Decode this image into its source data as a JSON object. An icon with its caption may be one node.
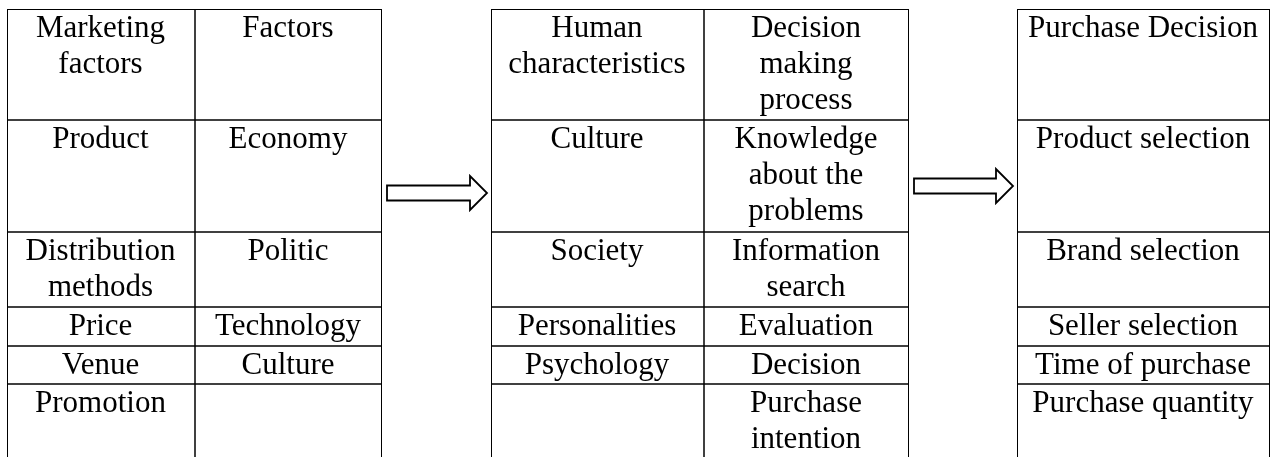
{
  "diagram": {
    "nodes": [
      {
        "text": [],
        "shape": "box"
      },
      {
        "text": [
          "Marketing factors"
        ],
        "in": 0
      },
      {
        "text": [
          "Factors"
        ],
        "in": 0
      },
      {
        "text": [
          "Product"
        ],
        "in": 0
      },
      {
        "text": [
          "Economy"
        ],
        "in": 0
      },
      {
        "text": [
          "Distribution methods"
        ],
        "in": 0
      },
      {
        "text": [
          "Politic"
        ],
        "in": 0
      },
      {
        "text": [
          "Price"
        ],
        "in": 0
      },
      {
        "text": [
          "Technology"
        ],
        "in": 0
      },
      {
        "text": [
          "Venue"
        ],
        "in": 0
      },
      {
        "text": [
          "Culture"
        ],
        "in": 0
      },
      {
        "text": [
          "Promotion"
        ],
        "in": 0
      },
      {
        "text": [],
        "shape": "box"
      },
      {
        "text": [
          "Human characteristics"
        ],
        "in": 12
      },
      {
        "text": [
          "Decision making process"
        ],
        "in": 12
      },
      {
        "text": [
          "Culture"
        ],
        "in": 12
      },
      {
        "text": [
          "Knowledge about the problems"
        ],
        "in": 12
      },
      {
        "text": [
          "Society"
        ],
        "in": 12
      },
      {
        "text": [
          "Information search"
        ],
        "in": 12
      },
      {
        "text": [
          "Personalities"
        ],
        "in": 12
      },
      {
        "text": [
          "Evaluation"
        ],
        "in": 12
      },
      {
        "text": [
          "Psychology"
        ],
        "in": 12
      },
      {
        "text": [
          "Decision"
        ],
        "in": 12
      },
      {
        "text": [
          "Purchase intention"
        ],
        "in": 12
      },
      {
        "text": [],
        "shape": "box"
      },
      {
        "text": [
          "Purchase Decision"
        ],
        "in": 24
      },
      {
        "text": [
          "Product selection"
        ],
        "in": 24
      },
      {
        "text": [
          "Brand selection"
        ],
        "in": 24
      },
      {
        "text": [
          "Seller selection"
        ],
        "in": 24
      },
      {
        "text": [
          "Time of purchase"
        ],
        "in": 24
      },
      {
        "text": [
          "Purchase quantity"
        ],
        "in": 24
      }
    ],
    "edges": [
      {
        "from": 0,
        "to": 12,
        "arrow": "to"
      },
      {
        "from": 12,
        "to": 24,
        "arrow": "to"
      }
    ]
  }
}
